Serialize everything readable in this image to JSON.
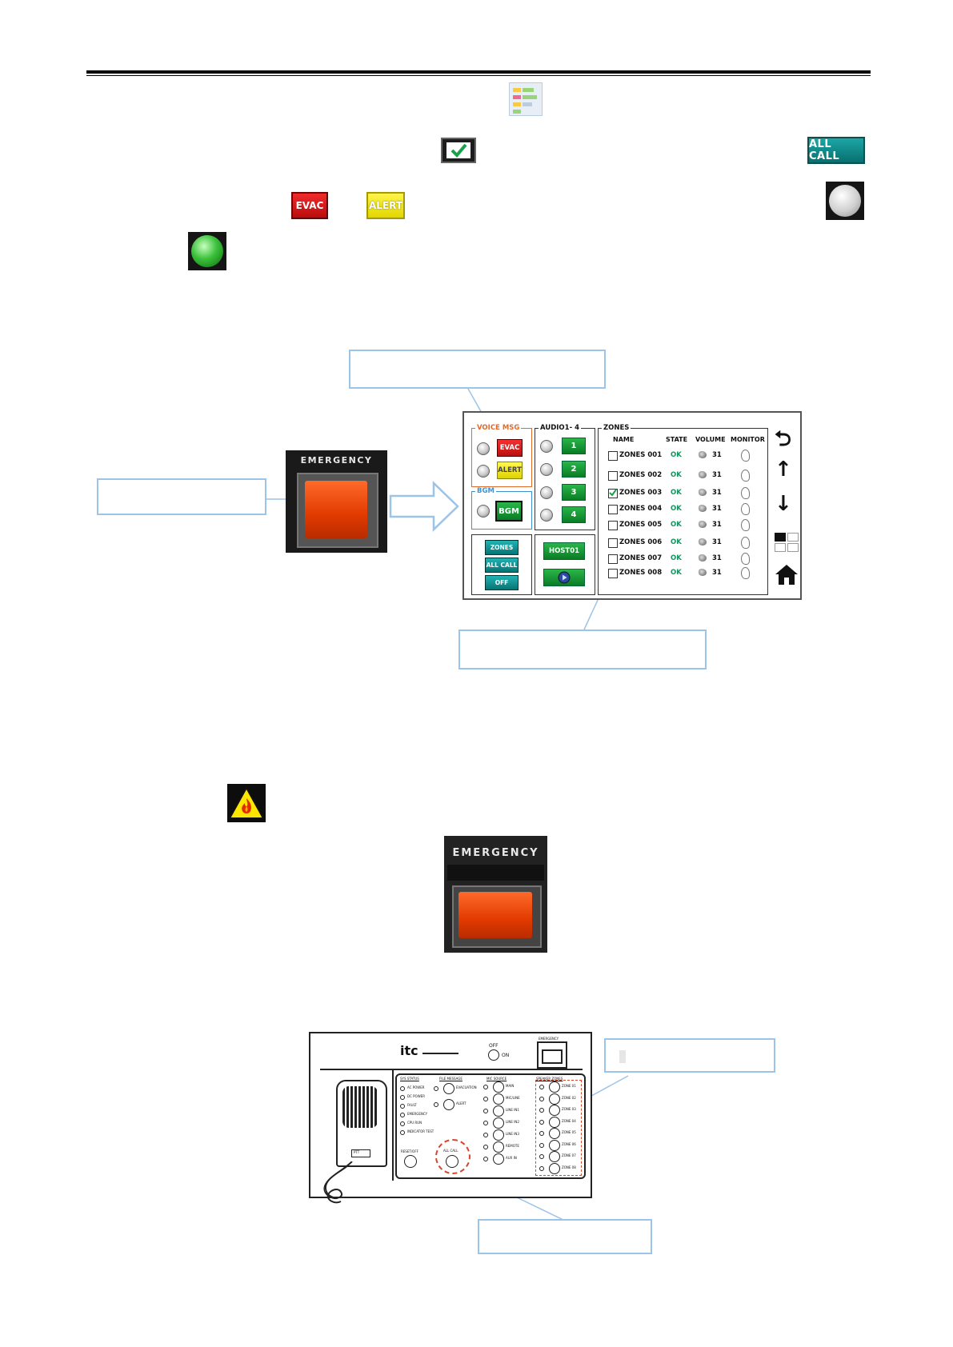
{
  "icons": {
    "zones": "zones-list-icon",
    "checkbox": "checkbox-checked-icon",
    "grey_led": "grey-indicator-icon",
    "green_led": "green-indicator-icon",
    "warning": "fire-warning-icon",
    "arrow": "right-arrow-icon"
  },
  "buttons": {
    "all_call": "ALL CALL",
    "evac": "EVAC",
    "alert": "ALERT"
  },
  "emergency_button": {
    "label": "EMERGENCY"
  },
  "panel": {
    "voice_msg": {
      "label": "VOICE MSG",
      "evac": "EVAC",
      "alert": "ALERT"
    },
    "bgm": {
      "label": "BGM",
      "button": "BGM"
    },
    "mode_buttons": [
      "ZONES",
      "ALL CALL",
      "OFF"
    ],
    "audio": {
      "label": "AUDIO1- 4",
      "channels": [
        "1",
        "2",
        "3",
        "4"
      ],
      "host": "HOST01"
    },
    "zones": {
      "label": "ZONES",
      "headers": [
        "NAME",
        "STATE",
        "VOLUME",
        "MONITOR"
      ],
      "rows": [
        {
          "name": "ZONES 001",
          "state": "OK",
          "volume": "31",
          "checked": false
        },
        {
          "name": "ZONES 002",
          "state": "OK",
          "volume": "31",
          "checked": false
        },
        {
          "name": "ZONES 003",
          "state": "OK",
          "volume": "31",
          "checked": true
        },
        {
          "name": "ZONES 004",
          "state": "OK",
          "volume": "31",
          "checked": false
        },
        {
          "name": "ZONES 005",
          "state": "OK",
          "volume": "31",
          "checked": false
        },
        {
          "name": "ZONES 006",
          "state": "OK",
          "volume": "31",
          "checked": false
        },
        {
          "name": "ZONES 007",
          "state": "OK",
          "volume": "31",
          "checked": false
        },
        {
          "name": "ZONES 008",
          "state": "OK",
          "volume": "31",
          "checked": false
        }
      ]
    },
    "nav": {
      "back": "back-icon",
      "up": "up-arrow-icon",
      "down": "down-arrow-icon",
      "layout": "layout-toggle-icon",
      "home": "home-icon"
    }
  },
  "hardware": {
    "brand": "itc",
    "emergency_label": "EMERGENCY",
    "power_labels": [
      "OFF",
      "ON"
    ],
    "section_labels": [
      "SYS STATUS",
      "FILE MESSAGE",
      "MIC SOURCE",
      "SPEAKER ZONES"
    ],
    "status_items": [
      "AC POWER",
      "DC POWER",
      "FAULT",
      "EMERGENCY",
      "CPU RUN",
      "INDICATOR TEST"
    ],
    "message_items": [
      "EVACUATION",
      "ALERT"
    ],
    "source_items": [
      "MAIN",
      "MIC/LINE",
      "LINE IN1",
      "LINE IN2",
      "LINE IN3",
      "REMOTE",
      "AUX IN"
    ],
    "zone_items": [
      "ZONE 01",
      "ZONE 02",
      "ZONE 03",
      "ZONE 04",
      "ZONE 05",
      "ZONE 06",
      "ZONE 07",
      "ZONE 08"
    ],
    "reset_label": "RESET/OFF",
    "all_call_label": "ALL CALL",
    "mic_label": "PTT"
  }
}
